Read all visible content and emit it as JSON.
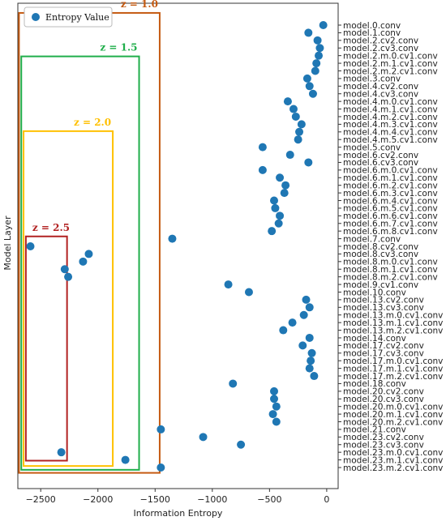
{
  "chart_data": {
    "type": "scatter",
    "xlabel": "Information Entropy",
    "ylabel": "Model Layer",
    "xlim": [
      -2700,
      100
    ],
    "xticks": [
      -2500,
      -2000,
      -1500,
      -1000,
      -500,
      0
    ],
    "xtick_labels": [
      "−2500",
      "−2000",
      "−1500",
      "−1000",
      "−500",
      "0"
    ],
    "legend": {
      "label": "Entropy Value",
      "placement": "top-left"
    },
    "marker_color": "#1f77b4",
    "categories": [
      "model.0.conv",
      "model.1.conv",
      "model.2.cv2.conv",
      "model.2.cv3.conv",
      "model.2.m.0.cv1.conv",
      "model.2.m.1.cv1.conv",
      "model.2.m.2.cv1.conv",
      "model.3.conv",
      "model.4.cv2.conv",
      "model.4.cv3.conv",
      "model.4.m.0.cv1.conv",
      "model.4.m.1.cv1.conv",
      "model.4.m.2.cv1.conv",
      "model.4.m.3.cv1.conv",
      "model.4.m.4.cv1.conv",
      "model.4.m.5.cv1.conv",
      "model.5.conv",
      "model.6.cv2.conv",
      "model.6.cv3.conv",
      "model.6.m.0.cv1.conv",
      "model.6.m.1.cv1.conv",
      "model.6.m.2.cv1.conv",
      "model.6.m.3.cv1.conv",
      "model.6.m.4.cv1.conv",
      "model.6.m.5.cv1.conv",
      "model.6.m.6.cv1.conv",
      "model.6.m.7.cv1.conv",
      "model.6.m.8.cv1.conv",
      "model.7.conv",
      "model.8.cv2.conv",
      "model.8.cv3.conv",
      "model.8.m.0.cv1.conv",
      "model.8.m.1.cv1.conv",
      "model.8.m.2.cv1.conv",
      "model.9.cv1.conv",
      "model.10.conv",
      "model.13.cv2.conv",
      "model.13.cv3.conv",
      "model.13.m.0.cv1.conv",
      "model.13.m.1.cv1.conv",
      "model.13.m.2.cv1.conv",
      "model.14.conv",
      "model.17.cv2.conv",
      "model.17.cv3.conv",
      "model.17.m.0.cv1.conv",
      "model.17.m.1.cv1.conv",
      "model.17.m.2.cv1.conv",
      "model.18.conv",
      "model.20.cv2.conv",
      "model.20.cv3.conv",
      "model.20.m.0.cv1.conv",
      "model.20.m.1.cv1.conv",
      "model.20.m.2.cv1.conv",
      "model.21.conv",
      "model.23.cv2.conv",
      "model.23.cv3.conv",
      "model.23.m.0.cv1.conv",
      "model.23.m.1.cv1.conv",
      "model.23.m.2.cv1.conv"
    ],
    "values": [
      -30,
      -160,
      -80,
      -60,
      -70,
      -90,
      -100,
      -170,
      -150,
      -120,
      -340,
      -290,
      -270,
      -220,
      -240,
      -250,
      -560,
      -320,
      -160,
      -560,
      -410,
      -360,
      -370,
      -460,
      -450,
      -410,
      -420,
      -480,
      -1350,
      -2590,
      -2080,
      -2130,
      -2290,
      -2260,
      -860,
      -680,
      -180,
      -150,
      -200,
      -300,
      -380,
      -150,
      -210,
      -130,
      -140,
      -150,
      -110,
      -820,
      -460,
      -460,
      -440,
      -470,
      -440,
      -1450,
      -1080,
      -750,
      -2320,
      -1760,
      -1450
    ],
    "annotations": [
      {
        "label": "z = 1.0",
        "color": "#c55a11",
        "x_range": [
          -2690,
          -1460
        ],
        "rows": [
          -1.6,
          58.7
        ]
      },
      {
        "label": "z = 1.5",
        "color": "#1fae4a",
        "x_range": [
          -2670,
          -1640
        ],
        "rows": [
          4.1,
          58.3
        ]
      },
      {
        "label": "z = 2.0",
        "color": "#ffc000",
        "x_range": [
          -2650,
          -1870
        ],
        "rows": [
          13.9,
          57.8
        ]
      },
      {
        "label": "z = 2.5",
        "color": "#b22222",
        "x_range": [
          -2630,
          -2270
        ],
        "rows": [
          27.7,
          57.1
        ]
      }
    ]
  }
}
